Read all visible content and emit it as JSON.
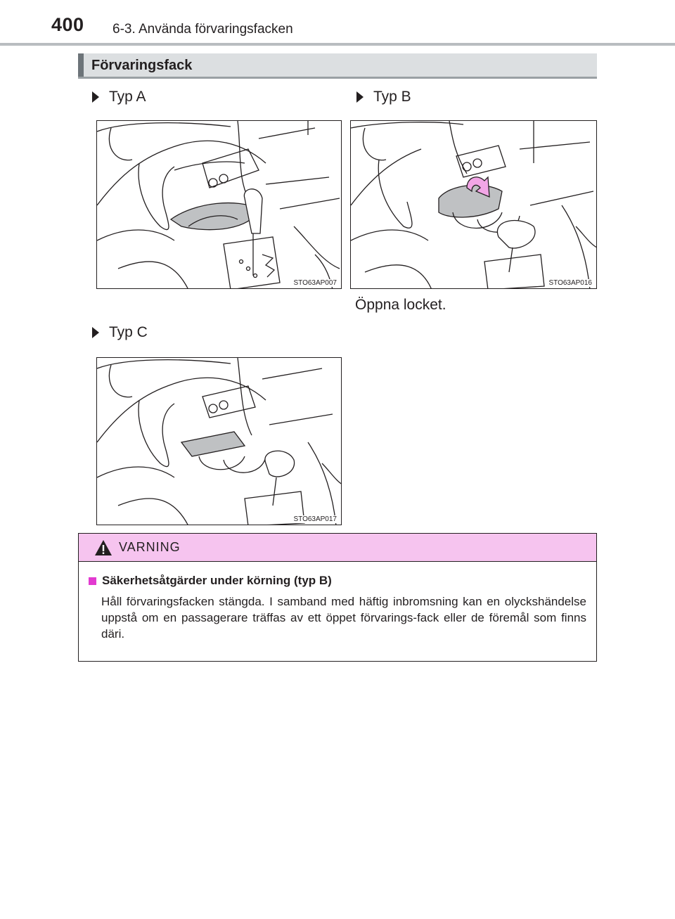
{
  "header": {
    "page_number": "400",
    "chapter": "6-3. Använda förvaringsfacken"
  },
  "section": {
    "title": "Förvaringsfack"
  },
  "variants": [
    {
      "label": "Typ A",
      "figure_code": "STO63AP007"
    },
    {
      "label": "Typ B",
      "figure_code": "STO63AP016",
      "caption": "Öppna locket."
    },
    {
      "label": "Typ C",
      "figure_code": "STO63AP017"
    }
  ],
  "warning": {
    "label": "VARNING",
    "item_title": "Säkerhetsåtgärder under körning (typ B)",
    "item_text": "Håll förvaringsfacken stängda. I samband med häftig inbromsning kan en olyckshändelse uppstå om en passagerare träffas av ett öppet förvarings-fack eller de föremål som finns däri."
  },
  "colors": {
    "warning_header": "#f6c4ef",
    "bullet": "#e23ad0",
    "arrow_highlight": "#f2a6e6"
  }
}
